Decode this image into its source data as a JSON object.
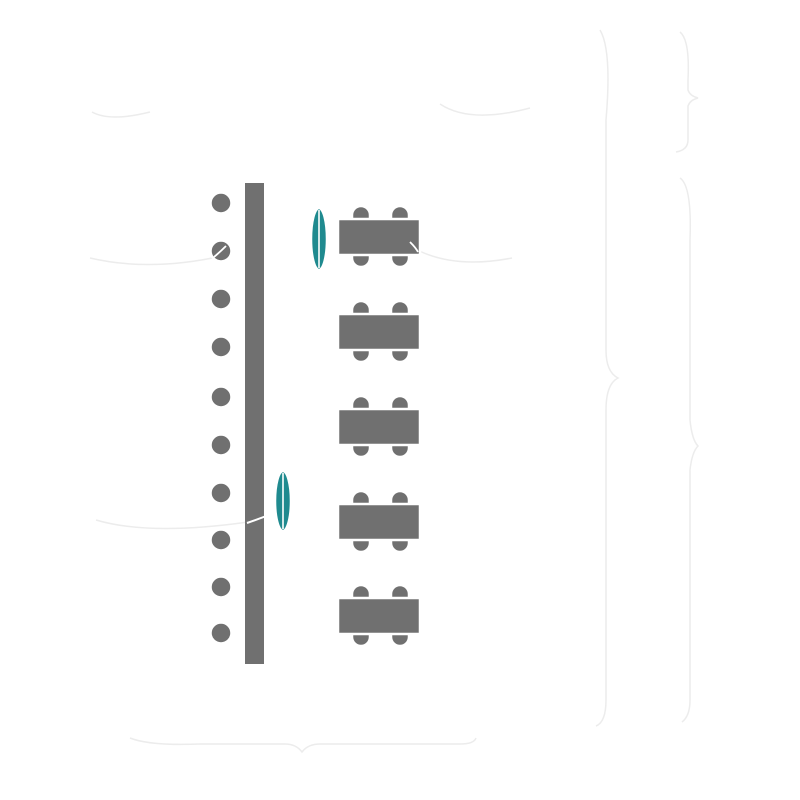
{
  "floor_plan": {
    "colors": {
      "background": "#ffffff",
      "furniture": "#707070",
      "furniture_outline": "#ffffff",
      "plant": "#1f8a8f",
      "faint_lines": "#ececec"
    },
    "elements": {
      "counter": {
        "icon": "long-counter-bar"
      },
      "stools": {
        "count": 10,
        "icon": "round-stool"
      },
      "tables": {
        "count": 5,
        "seats_per_table": 4,
        "icon": "rectangular-table-with-chairs"
      },
      "plants": {
        "count": 2,
        "icon": "leaf-plant"
      }
    }
  }
}
